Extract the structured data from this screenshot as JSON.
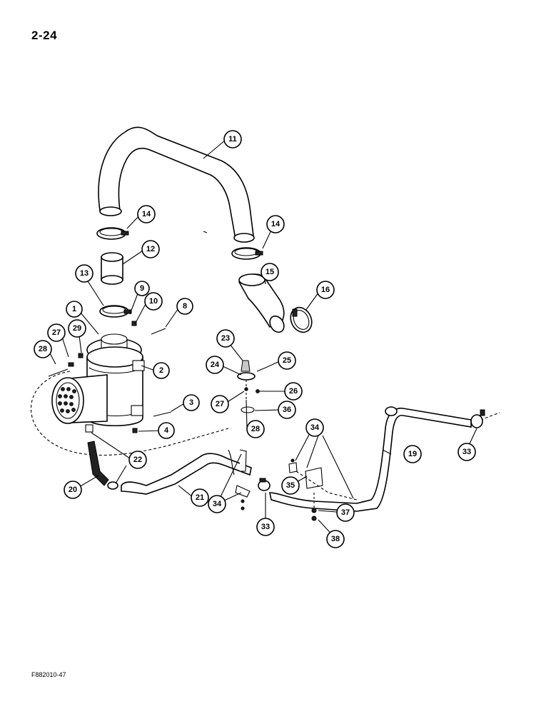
{
  "page": {
    "number": "2-24",
    "figure_code": "F882010-47"
  },
  "callouts": [
    "11",
    "14",
    "14",
    "12",
    "15",
    "13",
    "9",
    "10",
    "16",
    "8",
    "1",
    "27",
    "29",
    "28",
    "2",
    "23",
    "25",
    "24",
    "26",
    "27",
    "36",
    "3",
    "4",
    "28",
    "34",
    "33",
    "19",
    "22",
    "20",
    "21",
    "35",
    "34",
    "37",
    "33",
    "38"
  ]
}
